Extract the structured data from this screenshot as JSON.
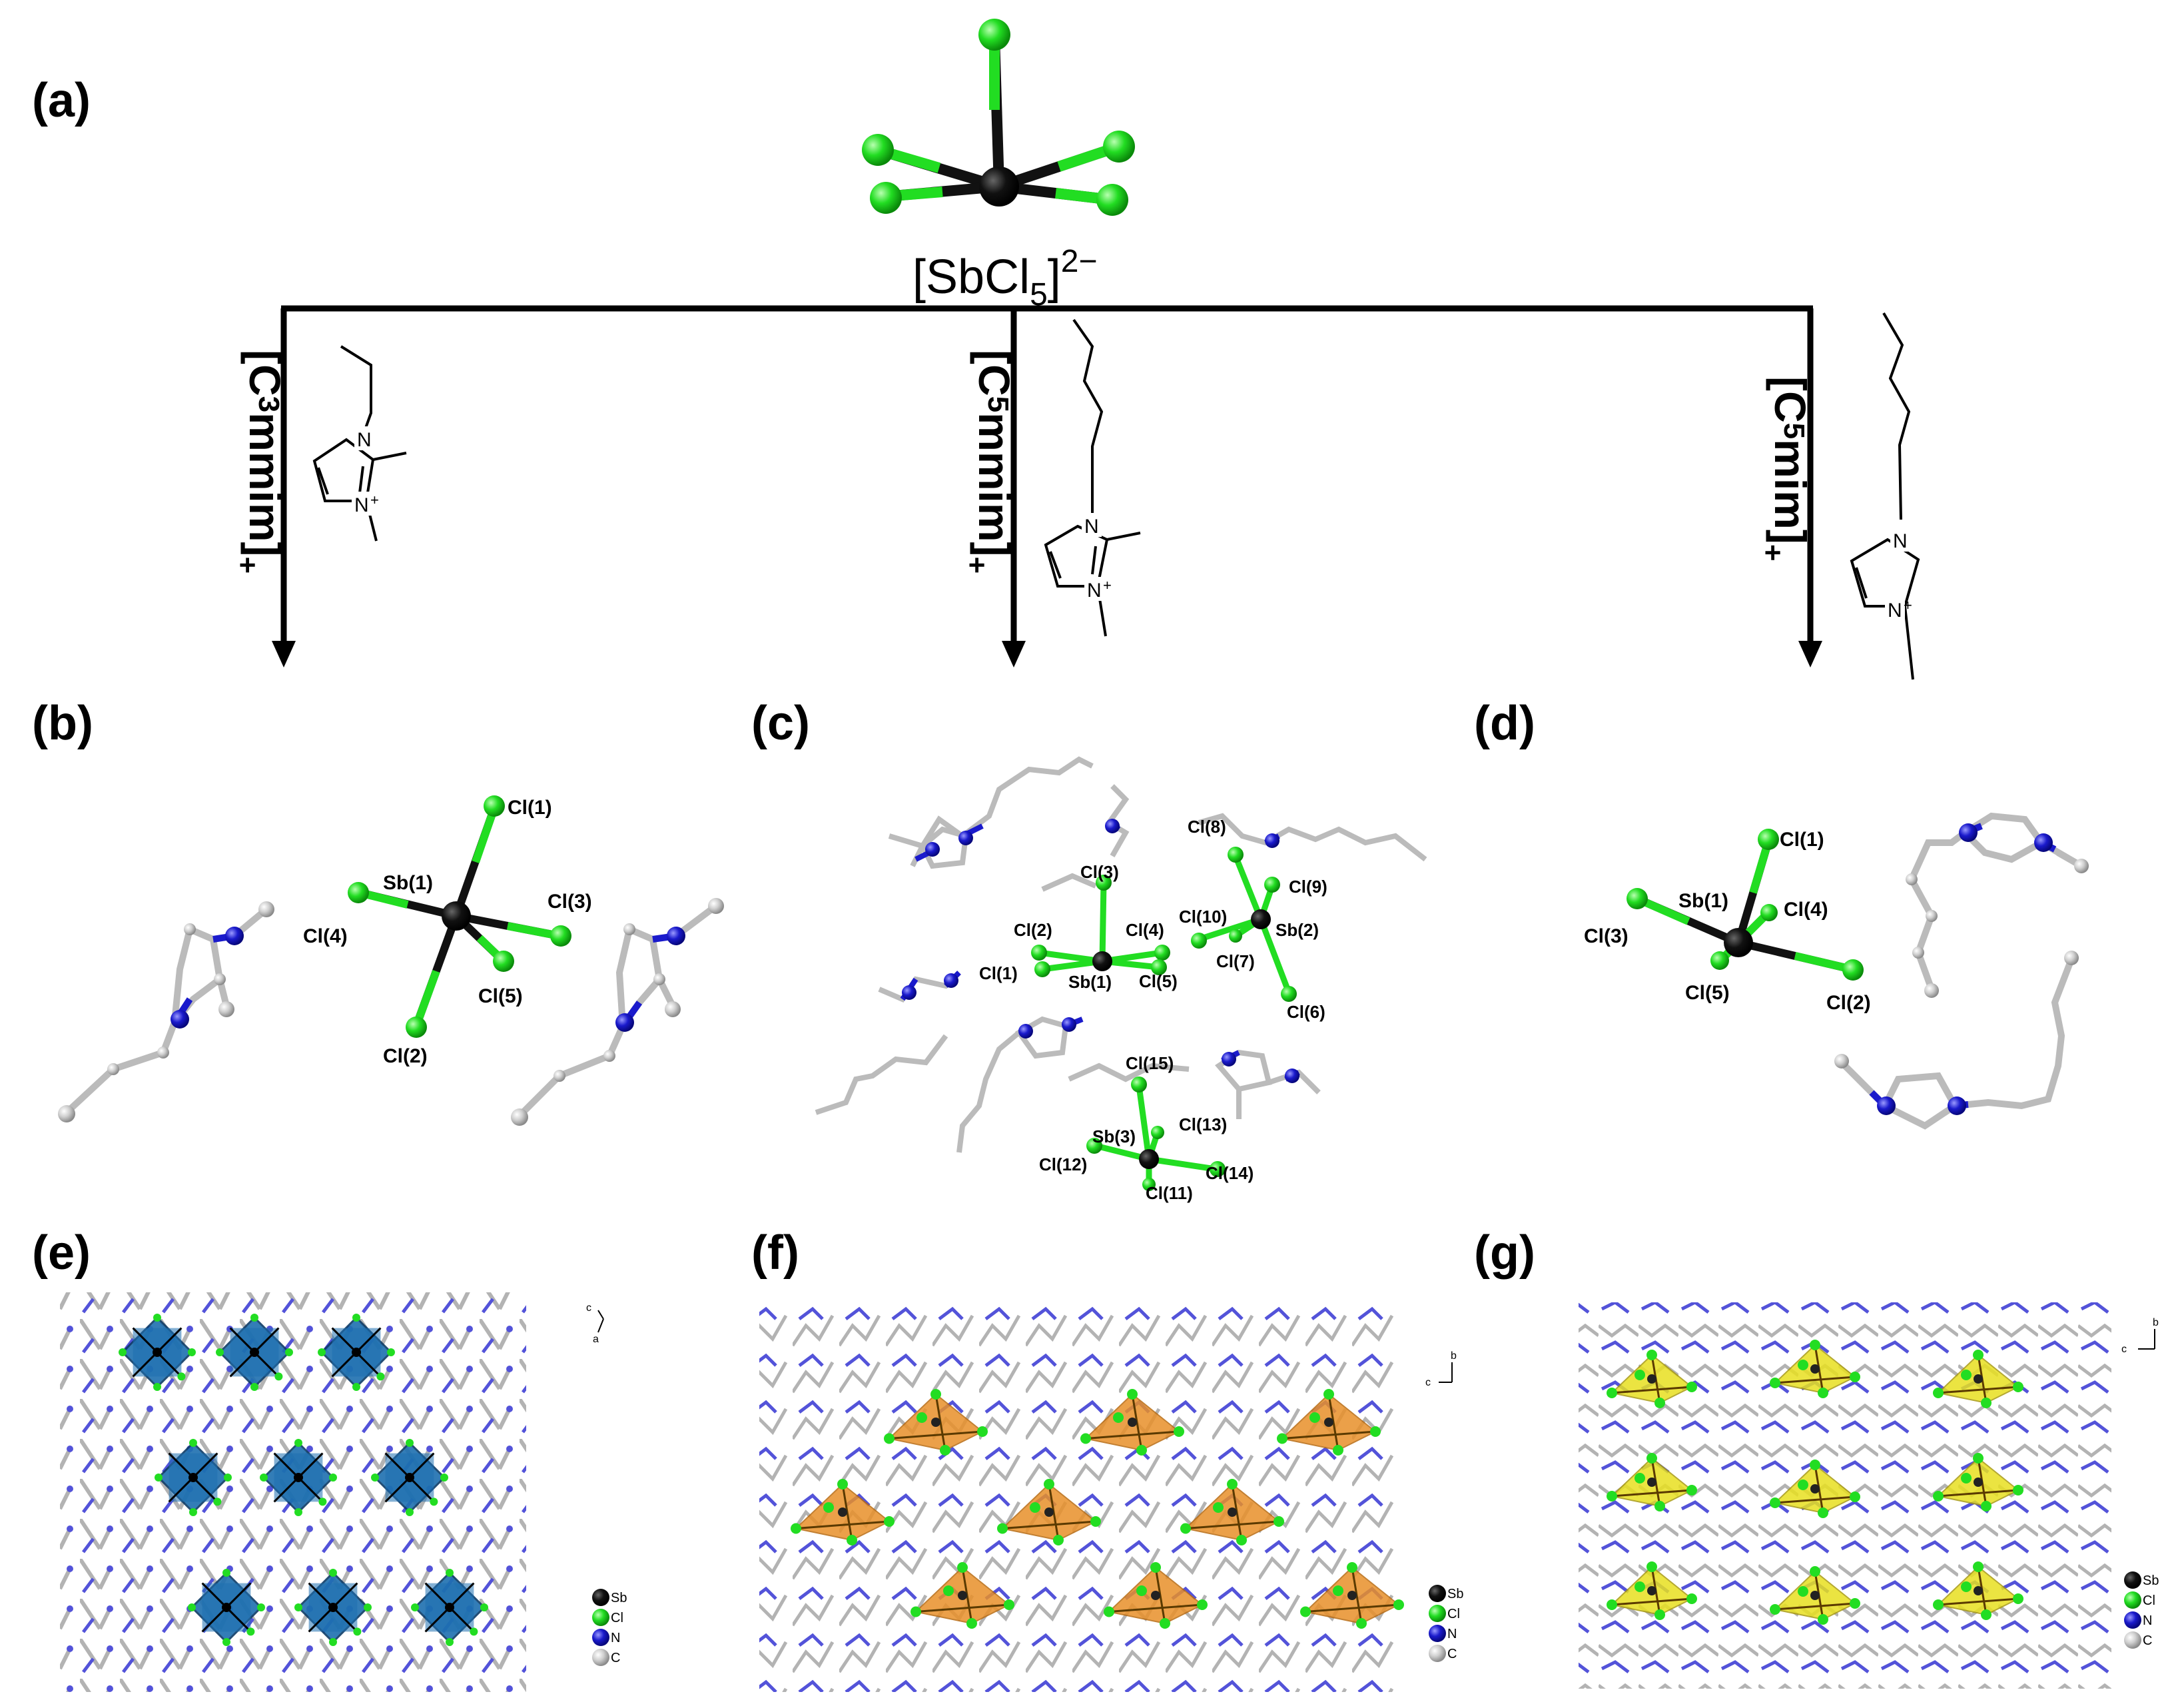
{
  "panels": {
    "a": "(a)",
    "b": "(b)",
    "c": "(c)",
    "d": "(d)",
    "e": "(e)",
    "f": "(f)",
    "g": "(g)"
  },
  "anion": {
    "main": "[SbCl",
    "sub": "5",
    "close": "]",
    "charge": "2−"
  },
  "cations": [
    {
      "pre": "[C",
      "sub": "3",
      "post": "mmim]",
      "charge": "+"
    },
    {
      "pre": "[C",
      "sub": "5",
      "post": "mmim]",
      "charge": "+"
    },
    {
      "pre": "[C",
      "sub": "5",
      "post": "mim]",
      "charge": "+"
    }
  ],
  "ring_labels": {
    "n1": "N",
    "n2": "N",
    "plus": "+"
  },
  "panel_b": [
    "Cl(1)",
    "Sb(1)",
    "Cl(3)",
    "Cl(4)",
    "Cl(5)",
    "Cl(2)"
  ],
  "panel_c": [
    "Cl(8)",
    "Cl(3)",
    "Cl(9)",
    "Cl(10)",
    "Sb(2)",
    "Cl(2)",
    "Cl(4)",
    "Cl(7)",
    "Cl(1)",
    "Sb(1)",
    "Cl(5)",
    "Cl(6)",
    "Cl(15)",
    "Sb(3)",
    "Cl(13)",
    "Cl(12)",
    "Cl(14)",
    "Cl(11)"
  ],
  "panel_d": [
    "Cl(1)",
    "Sb(1)",
    "Cl(4)",
    "Cl(3)",
    "Cl(5)",
    "Cl(2)"
  ],
  "legend": [
    "Sb",
    "Cl",
    "N",
    "C"
  ],
  "axes_e": {
    "up": "c",
    "down": "a"
  },
  "axes_f": {
    "up": "b",
    "side": "c"
  },
  "axes_g": {
    "up": "b",
    "side": "c"
  },
  "colors": {
    "Sb": "#000000",
    "Cl": "#22dd22",
    "N": "#1a1acc",
    "C": "#bbbbbb",
    "poly_e": "#1e6fb0",
    "poly_f": "#e8902a",
    "poly_g": "#e8e020"
  }
}
